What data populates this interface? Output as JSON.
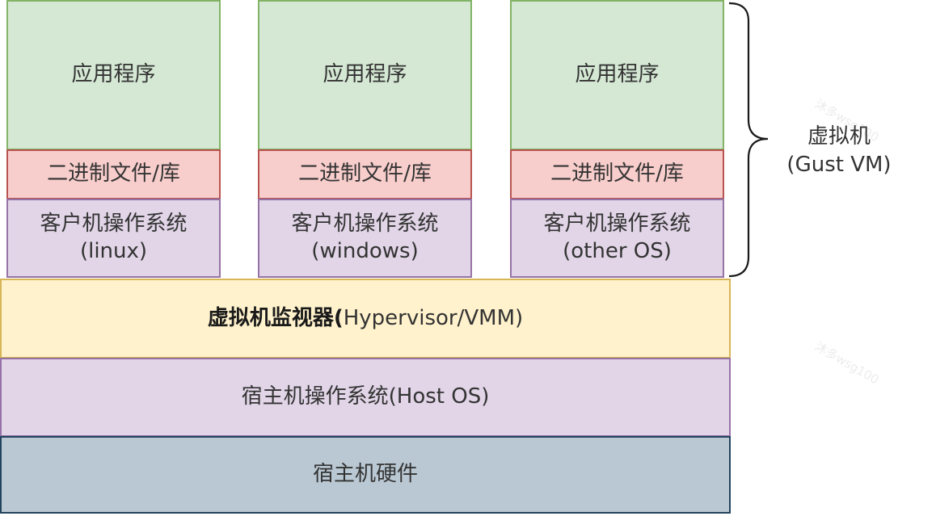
{
  "vms": [
    {
      "app": "应用程序",
      "lib": "二进制文件/库",
      "os_line1": "客户机操作系统",
      "os_line2": "(linux)"
    },
    {
      "app": "应用程序",
      "lib": "二进制文件/库",
      "os_line1": "客户机操作系统",
      "os_line2": "(windows)"
    },
    {
      "app": "应用程序",
      "lib": "二进制文件/库",
      "os_line1": "客户机操作系统",
      "os_line2": "(other OS)"
    }
  ],
  "vm_label": {
    "line1": "虚拟机",
    "line2": "(Gust VM)"
  },
  "hypervisor": {
    "bold": "虚拟机监视器(",
    "rest": "Hypervisor/VMM)"
  },
  "host_os": "宿主机操作系统(Host OS)",
  "hardware": "宿主机硬件",
  "watermark": "沐多wsg100",
  "colors": {
    "app": "#d5e8d4",
    "lib": "#f8cecc",
    "guest_os": "#e1d5e7",
    "hypervisor": "#fff2cc",
    "host_os": "#e1d5e7",
    "hardware": "#bac8d3"
  }
}
